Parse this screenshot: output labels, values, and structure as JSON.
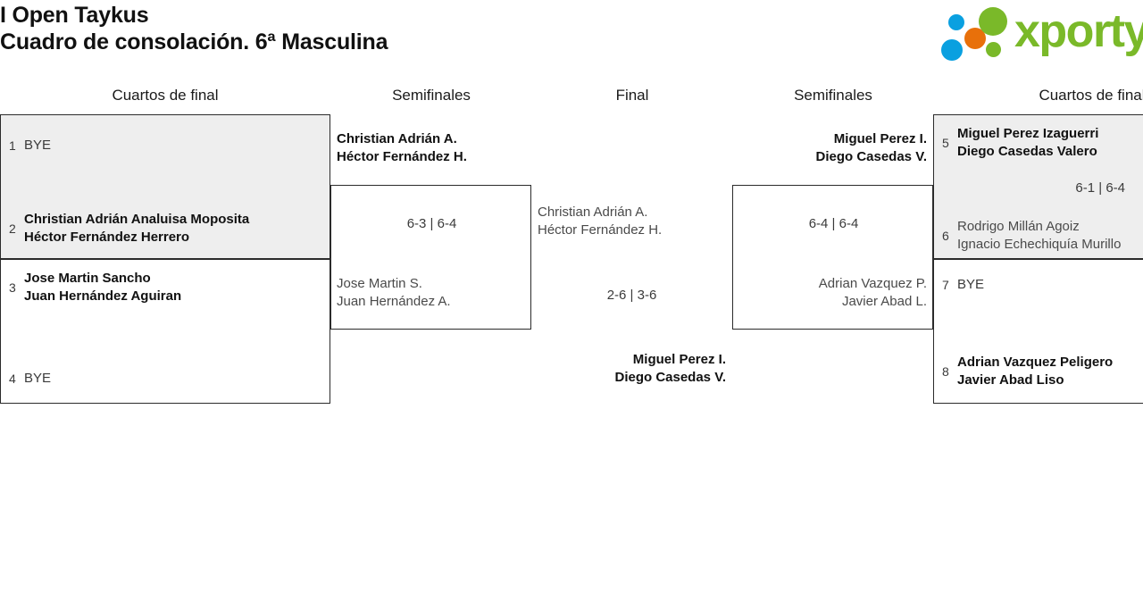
{
  "header": {
    "title_line1": "I Open Taykus",
    "title_line2": "Cuadro de consolación. 6ª Masculina",
    "logo_word": "xporty"
  },
  "columns": [
    {
      "label": "Cuartos de final"
    },
    {
      "label": "Semifinales"
    },
    {
      "label": "Final"
    },
    {
      "label": "Semifinales"
    },
    {
      "label": "Cuartos de final"
    }
  ],
  "bracket": {
    "left_quarterfinals": [
      {
        "shaded": true,
        "top_seed": "1",
        "top_names": [
          "BYE"
        ],
        "top_state": "bye",
        "bottom_seed": "2",
        "bottom_names": [
          "Christian Adrián Analuisa Moposita",
          "Héctor Fernández Herrero"
        ],
        "bottom_state": "winner",
        "score": ""
      },
      {
        "shaded": false,
        "top_seed": "3",
        "top_names": [
          "Jose Martin Sancho",
          "Juan Hernández Aguiran"
        ],
        "top_state": "winner",
        "bottom_seed": "4",
        "bottom_names": [
          "BYE"
        ],
        "bottom_state": "bye",
        "score": ""
      }
    ],
    "left_semifinal": {
      "top_names": [
        "Christian Adrián A.",
        "Héctor Fernández H."
      ],
      "top_state": "winner",
      "bottom_names": [
        "Jose Martin S.",
        "Juan Hernández A."
      ],
      "bottom_state": "loser",
      "score": "6-3 | 6-4"
    },
    "final": {
      "left_names": [
        "Christian Adrián A.",
        "Héctor Fernández H."
      ],
      "left_state": "loser",
      "right_names": [
        "Miguel Perez I.",
        "Diego Casedas V."
      ],
      "right_state": "winner",
      "score": "2-6 | 3-6"
    },
    "right_semifinal": {
      "top_names": [
        "Miguel Perez I.",
        "Diego Casedas V."
      ],
      "top_state": "winner",
      "bottom_names": [
        "Adrian Vazquez P.",
        "Javier Abad L."
      ],
      "bottom_state": "loser",
      "score": "6-4 | 6-4"
    },
    "right_quarterfinals": [
      {
        "shaded": true,
        "top_seed": "5",
        "top_names": [
          "Miguel Perez Izaguerri",
          "Diego Casedas Valero"
        ],
        "top_state": "winner",
        "bottom_seed": "6",
        "bottom_names": [
          "Rodrigo Millán Agoiz",
          "Ignacio Echechiquía Murillo"
        ],
        "bottom_state": "loser",
        "score": "6-1 | 6-4"
      },
      {
        "shaded": false,
        "top_seed": "7",
        "top_names": [
          "BYE"
        ],
        "top_state": "bye",
        "bottom_seed": "8",
        "bottom_names": [
          "Adrian Vazquez Peligero",
          "Javier Abad Liso"
        ],
        "bottom_state": "winner",
        "score": ""
      }
    ]
  }
}
